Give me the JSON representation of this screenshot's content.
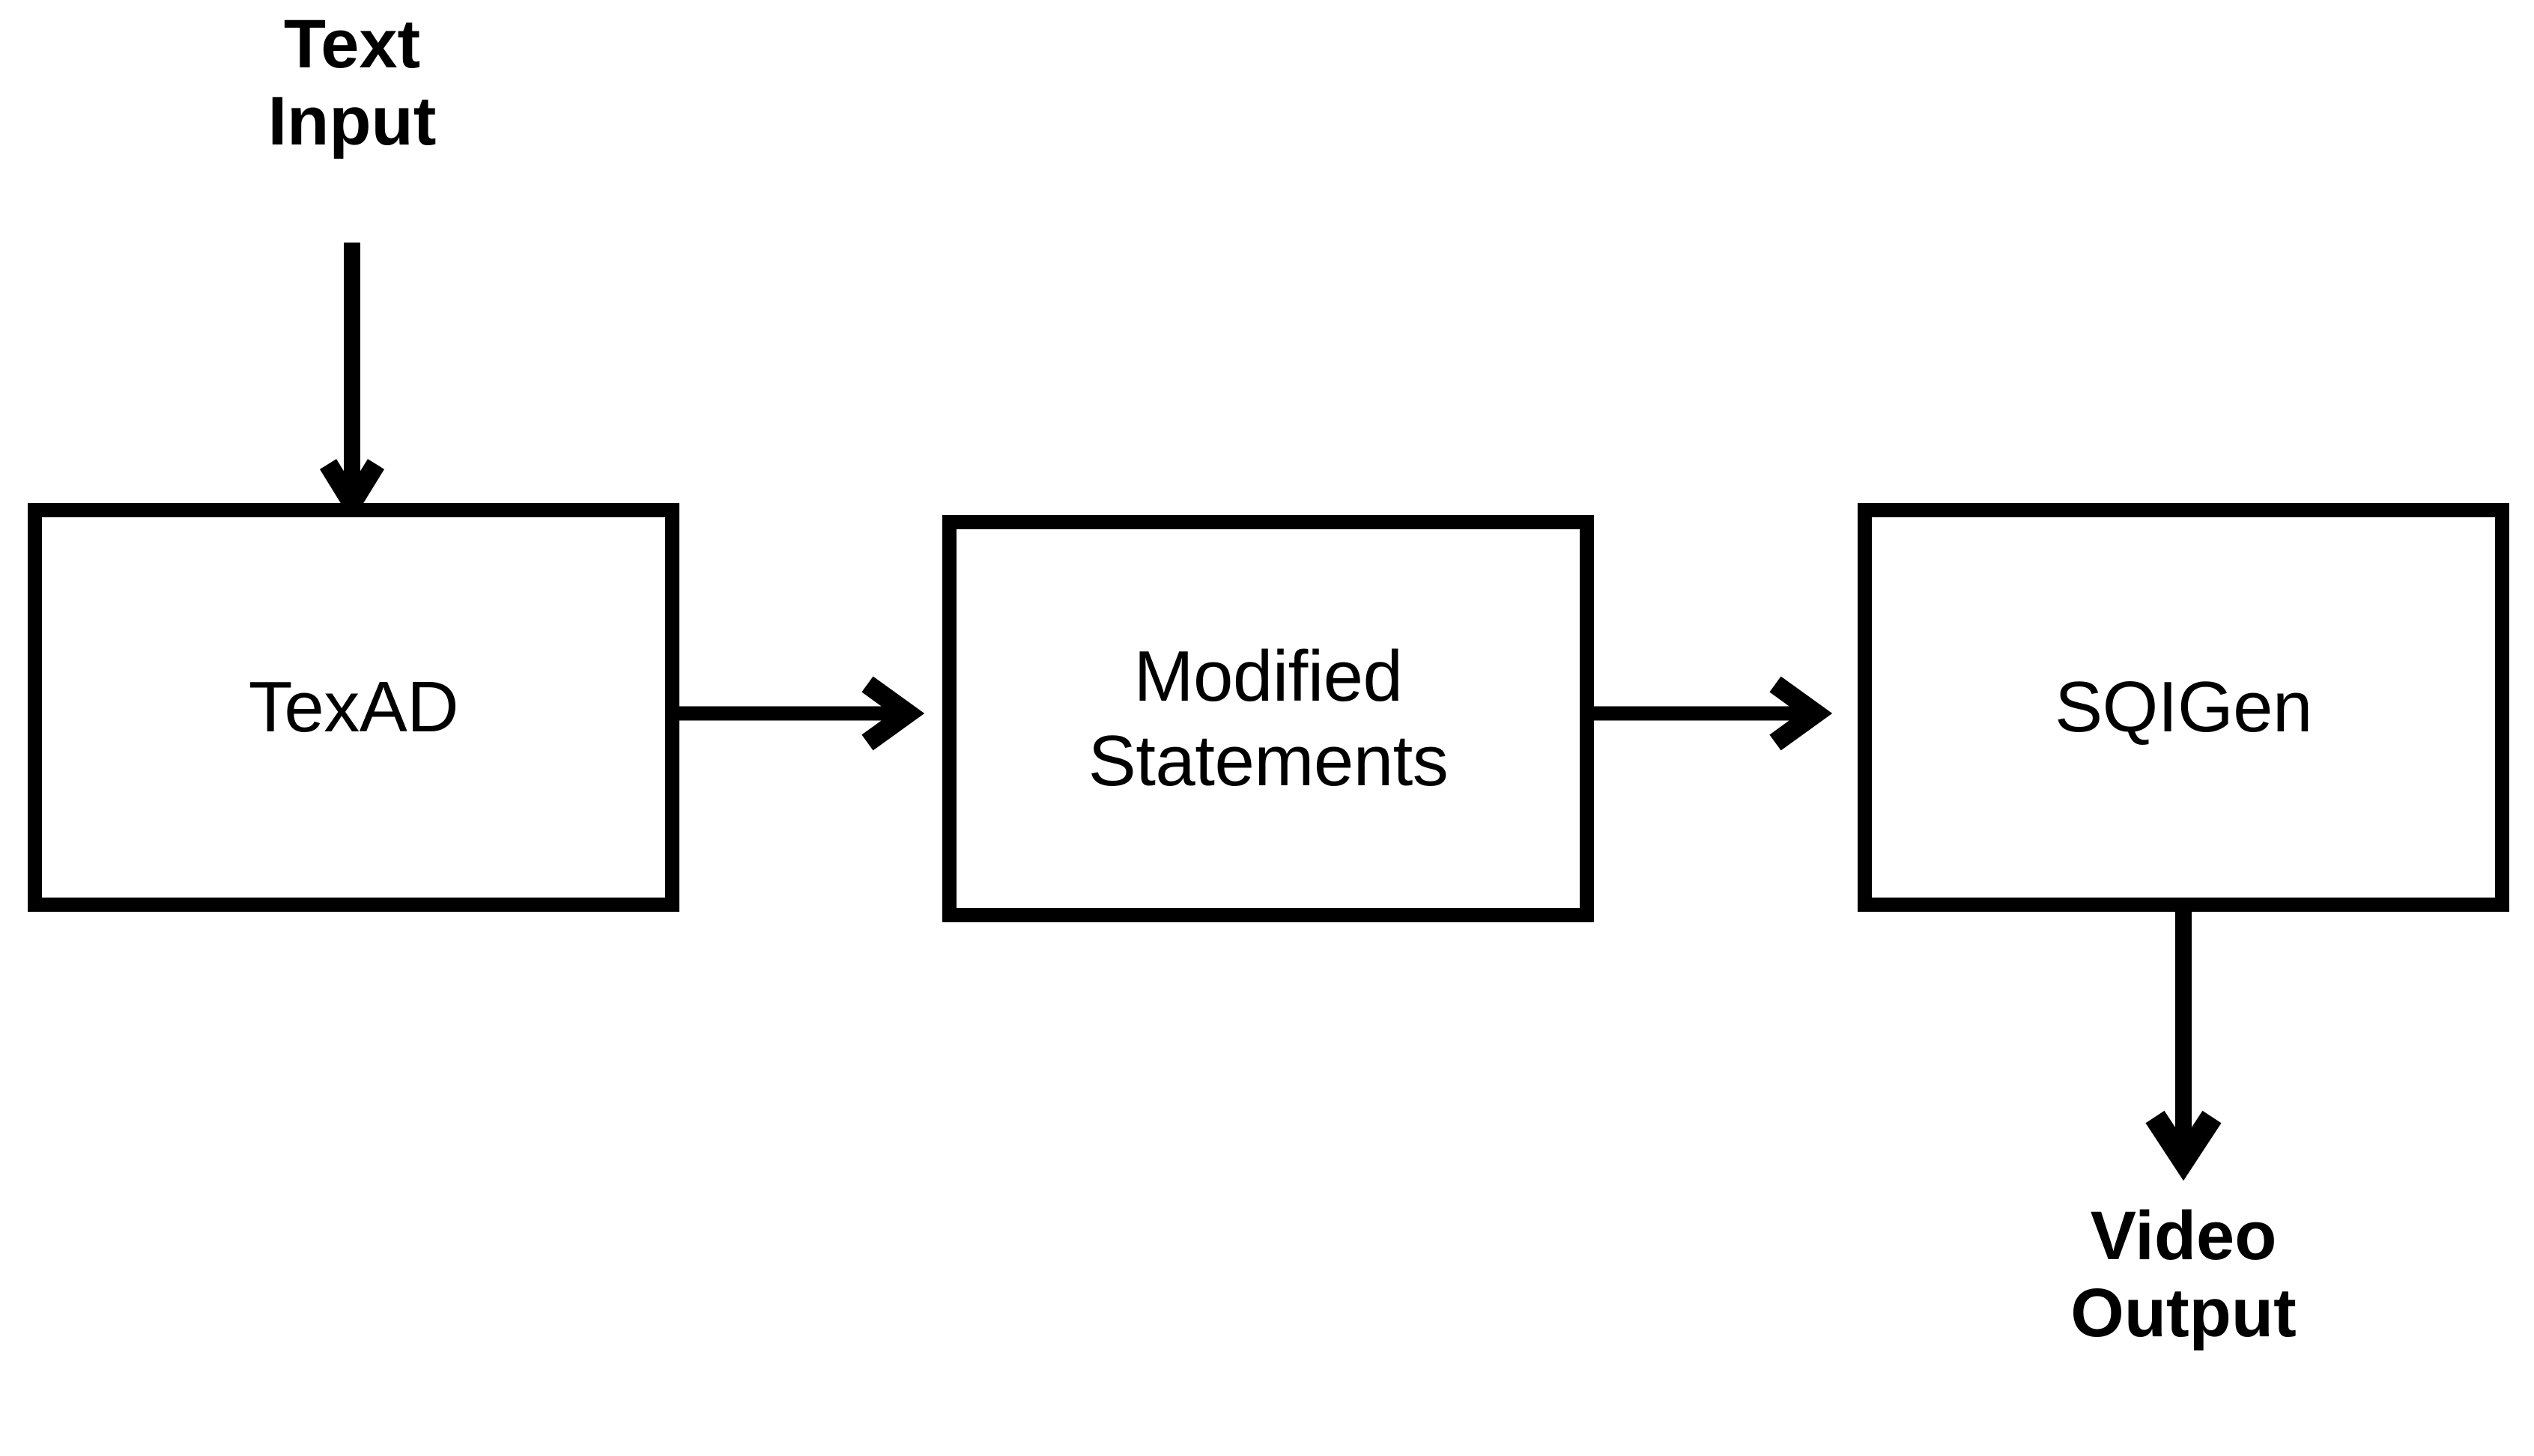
{
  "diagram": {
    "title": "TexAD to SQIGen pipeline",
    "background_color": "#ffffff",
    "stroke_color": "#000000",
    "labels": {
      "text_input": "Text\nInput",
      "video_output": "Video\nOutput"
    },
    "nodes": [
      {
        "id": "texad",
        "label": "TexAD"
      },
      {
        "id": "modstmt",
        "label": "Modified\nStatements"
      },
      {
        "id": "sqigen",
        "label": "SQIGen"
      }
    ],
    "edges": [
      {
        "id": "input-to-texad",
        "from": "text_input",
        "to": "texad",
        "direction": "down",
        "style": "chevron-arrow"
      },
      {
        "id": "texad-to-modstmt",
        "from": "texad",
        "to": "modstmt",
        "direction": "right",
        "style": "chevron-arrow"
      },
      {
        "id": "modstmt-to-sqigen",
        "from": "modstmt",
        "to": "sqigen",
        "direction": "right",
        "style": "chevron-arrow"
      },
      {
        "id": "sqigen-to-video",
        "from": "sqigen",
        "to": "video_output",
        "direction": "down",
        "style": "chevron-arrow"
      }
    ]
  }
}
